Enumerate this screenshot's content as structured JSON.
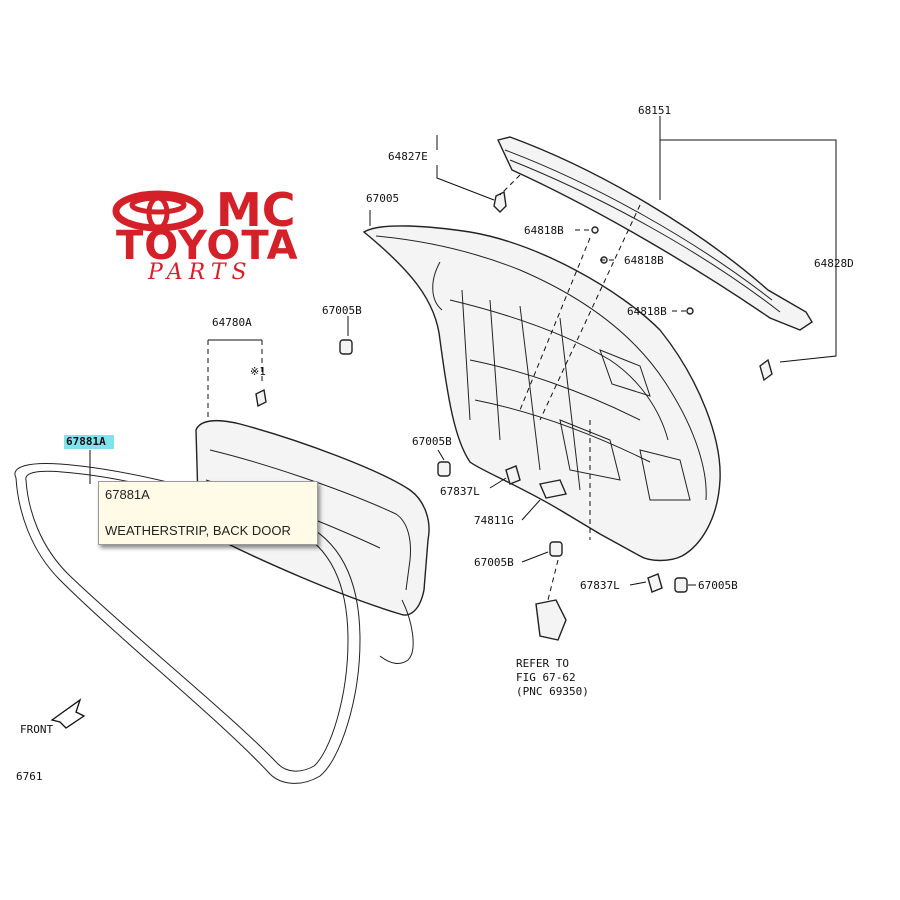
{
  "logo": {
    "line1": "MC",
    "line2": "TOYOTA",
    "line3": "PARTS",
    "color": "#d42028"
  },
  "labels": {
    "top_cut": "68151",
    "p64827E": "64827E",
    "p67005": "67005",
    "p64818B_1": "64818B",
    "p64818B_2": "64818B",
    "p64818B_3": "64818B",
    "p64828D": "64828D",
    "p64780A": "64780A",
    "star1": "※1",
    "p67005B_1": "67005B",
    "p67005B_2": "67005B",
    "p67837L_1": "67837L",
    "p74811G": "74811G",
    "p67005B_3": "67005B",
    "p67837L_2": "67837L",
    "p67005B_4": "67005B",
    "p67881A": "67881A",
    "refer_1": "REFER TO",
    "refer_2": "FIG 67-62",
    "refer_3": "(PNC 69350)",
    "front": "FRONT",
    "page_code": "6761"
  },
  "tooltip": {
    "part_number": "67881A",
    "description": "WEATHERSTRIP, BACK DOOR"
  },
  "highlight_color": "#7fe3ee"
}
